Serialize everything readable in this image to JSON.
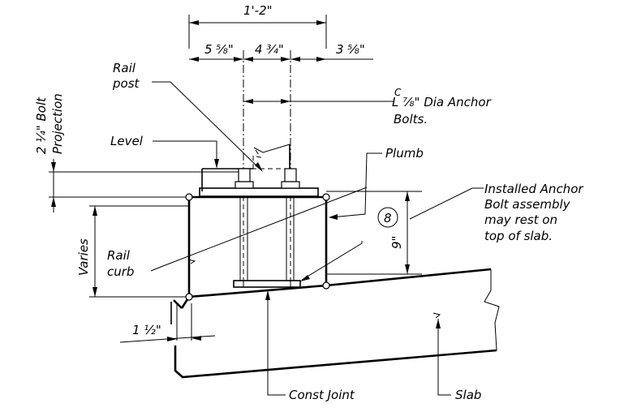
{
  "dimensions": {
    "overall": "1'-2\"",
    "left": "5 ⅝\"",
    "middle": "4 ¾\"",
    "right": "3 ⅝\"",
    "height": "9\"",
    "varies": "Varies",
    "offset": "1 ½\""
  },
  "labels": {
    "rail_post": [
      "Rail",
      "post"
    ],
    "bolt_projection": [
      "2 ¼\" Bolt",
      "Projection"
    ],
    "level": "Level",
    "plumb": "Plumb",
    "anchor_bolts": [
      "⅞\" Dia Anchor",
      "Bolts."
    ],
    "cl_symbol": "C",
    "cl_bar": "L",
    "installed_note": [
      "Installed Anchor",
      "Bolt assembly",
      "may rest on",
      "top of slab."
    ],
    "detail_number": "8",
    "rail_curb": [
      "Rail",
      "curb"
    ],
    "const_joint": "Const Joint",
    "slab": "Slab"
  }
}
